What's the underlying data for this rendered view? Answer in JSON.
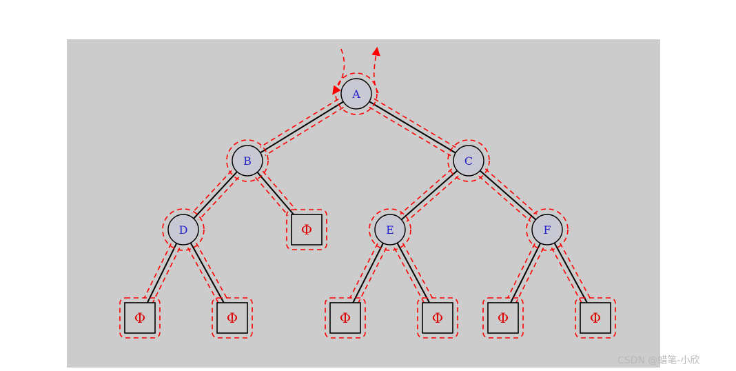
{
  "diagram": {
    "nodes": [
      {
        "id": "A",
        "label": "A",
        "kind": "node"
      },
      {
        "id": "B",
        "label": "B",
        "kind": "node"
      },
      {
        "id": "C",
        "label": "C",
        "kind": "node"
      },
      {
        "id": "D",
        "label": "D",
        "kind": "node"
      },
      {
        "id": "E",
        "label": "E",
        "kind": "node"
      },
      {
        "id": "F",
        "label": "F",
        "kind": "node"
      },
      {
        "id": "N1",
        "label": "Φ",
        "kind": "null"
      },
      {
        "id": "N2",
        "label": "Φ",
        "kind": "null"
      },
      {
        "id": "N3",
        "label": "Φ",
        "kind": "null"
      },
      {
        "id": "N4",
        "label": "Φ",
        "kind": "null"
      },
      {
        "id": "N5",
        "label": "Φ",
        "kind": "null"
      },
      {
        "id": "N6",
        "label": "Φ",
        "kind": "null"
      },
      {
        "id": "N7",
        "label": "Φ",
        "kind": "null"
      }
    ],
    "edges": [
      [
        "A",
        "B"
      ],
      [
        "A",
        "C"
      ],
      [
        "B",
        "D"
      ],
      [
        "B",
        "N3"
      ],
      [
        "C",
        "E"
      ],
      [
        "C",
        "F"
      ],
      [
        "D",
        "N1"
      ],
      [
        "D",
        "N2"
      ],
      [
        "E",
        "N4"
      ],
      [
        "E",
        "N5"
      ],
      [
        "F",
        "N6"
      ],
      [
        "F",
        "N7"
      ]
    ],
    "colors": {
      "background": "#cccccc",
      "node_fill": "#c8c8d2",
      "node_text": "#2222cc",
      "null_text": "#dd0000",
      "edge": "#000000",
      "traversal": "#ff0000"
    }
  },
  "watermark": "CSDN @蜡笔-小欣"
}
